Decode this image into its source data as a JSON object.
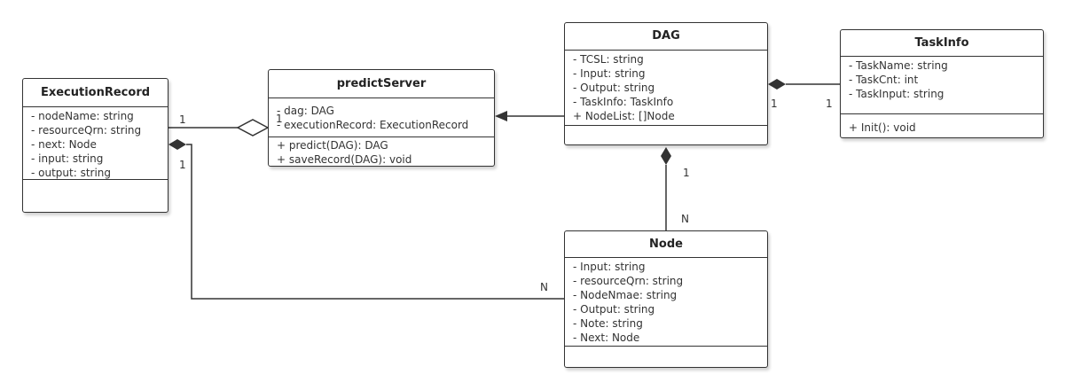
{
  "classes": {
    "execution_record": {
      "name": "ExecutionRecord",
      "attributes": [
        "- nodeName: string",
        "- resourceQrn: string",
        "- next: Node",
        "- input: string",
        "- output: string"
      ],
      "methods": []
    },
    "predict_server": {
      "name": "predictServer",
      "attributes": [
        "- dag: DAG",
        "- executionRecord: ExecutionRecord"
      ],
      "methods": [
        "+ predict(DAG): DAG",
        "+ saveRecord(DAG): void"
      ]
    },
    "dag": {
      "name": "DAG",
      "attributes": [
        "- TCSL: string",
        "- Input: string",
        "- Output: string",
        "- TaskInfo: TaskInfo",
        "+ NodeList: []Node"
      ],
      "methods": []
    },
    "task_info": {
      "name": "TaskInfo",
      "attributes": [
        "- TaskName: string",
        "- TaskCnt: int",
        "- TaskInput: string"
      ],
      "methods": [
        "+ Init(): void"
      ]
    },
    "node": {
      "name": "Node",
      "attributes": [
        "- Input: string",
        "- resourceQrn: string",
        "- NodeNmae: string",
        "- Output: string",
        "- Note: string",
        "- Next: Node"
      ],
      "methods": []
    }
  },
  "multiplicities": {
    "er_ps_er_end": "1",
    "er_ps_ps_end": "1",
    "er_node_er_end": "1",
    "er_node_node_end": "N",
    "dag_task_dag_end": "1",
    "dag_task_task_end": "1",
    "dag_node_dag_end": "1",
    "dag_node_node_end": "N"
  }
}
